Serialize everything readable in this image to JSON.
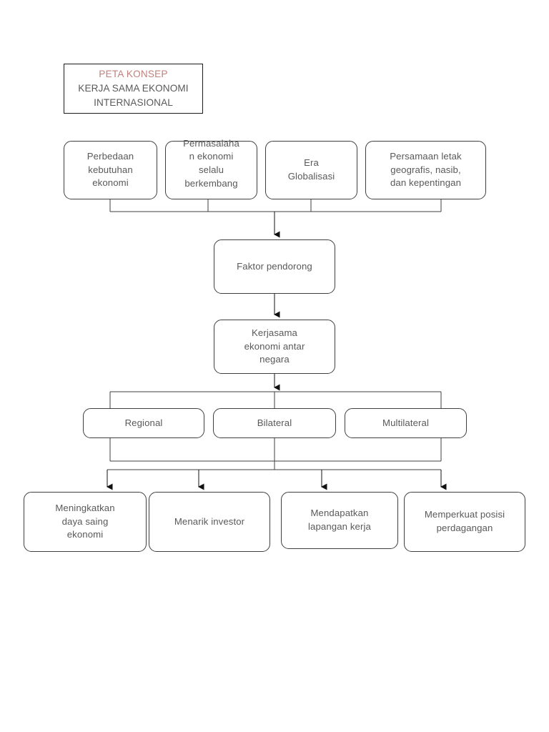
{
  "title_card": {
    "accent_line": "PETA KONSEP",
    "main_line": "KERJA SAMA EKONOMI\nINTERNASIONAL",
    "accent_color": "#c0817c",
    "text_color": "#595959"
  },
  "drivers": {
    "section_label": "Faktor pendorong inputs",
    "items": [
      {
        "label": "Perbedaan\nkebutuhan\nekonomi"
      },
      {
        "label": "Permasalaha\nn ekonomi\nselalu\nberkembang"
      },
      {
        "label": "Era\nGlobalisasi"
      },
      {
        "label": "Persamaan letak\ngeografis, nasib,\ndan kepentingan"
      }
    ]
  },
  "trunk": {
    "faktor": "Faktor pendorong",
    "kerjasama": "Kerjasama\nekonomi antar\nnegara"
  },
  "cooperation_types": {
    "items": [
      {
        "label": "Regional"
      },
      {
        "label": "Bilateral"
      },
      {
        "label": "Multilateral"
      }
    ]
  },
  "benefits": {
    "items": [
      {
        "label": "Meningkatkan\ndaya saing\nekonomi"
      },
      {
        "label": "Menarik investor"
      },
      {
        "label": "Mendapatkan\nlapangan kerja"
      },
      {
        "label": "Memperkuat posisi\nperdagangan"
      }
    ]
  },
  "style": {
    "node_border_color": "#3f3f3f",
    "connector_color": "#3f3f3f",
    "background": "#ffffff"
  }
}
